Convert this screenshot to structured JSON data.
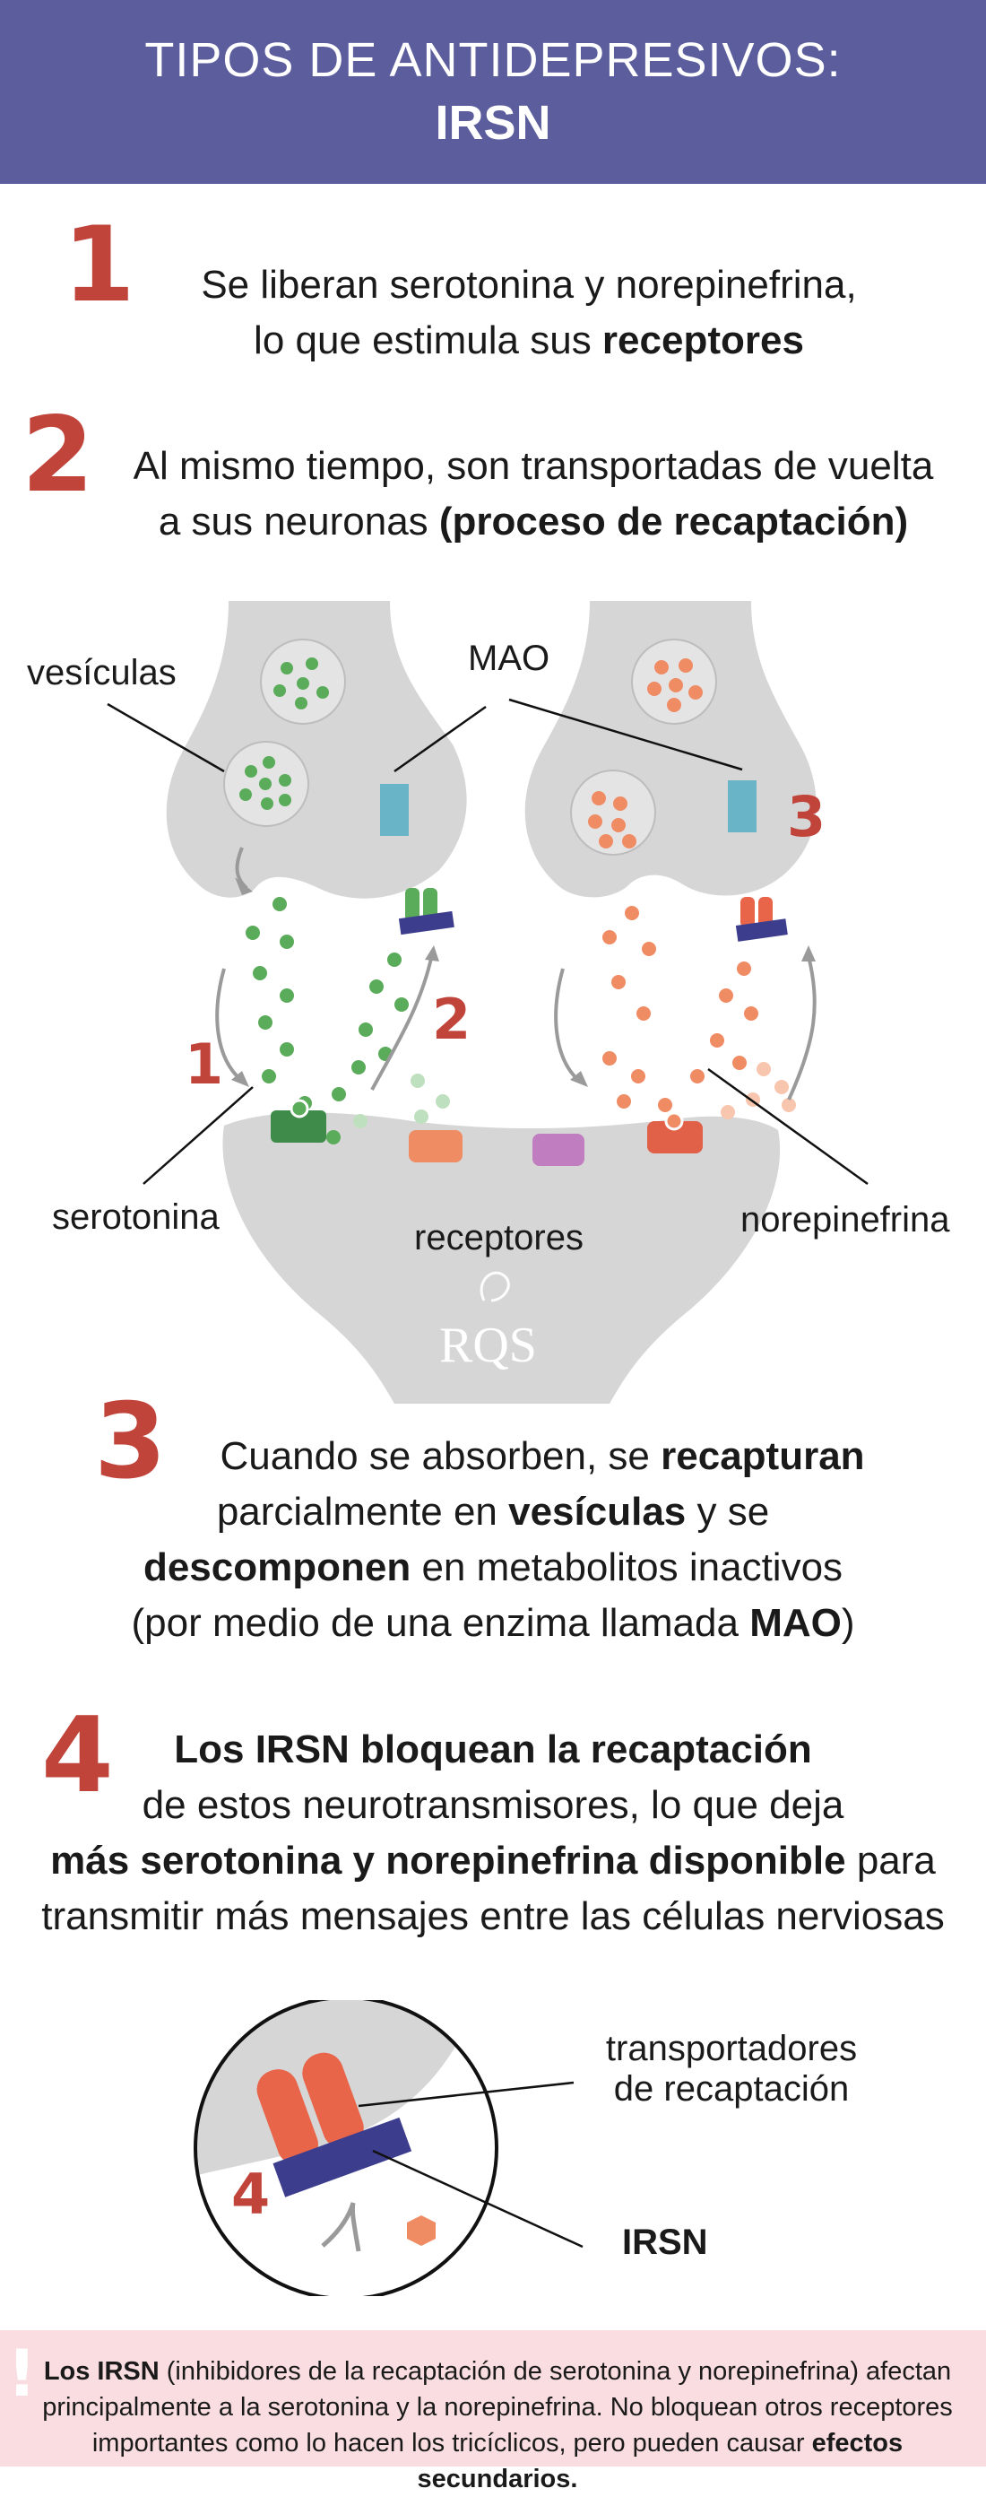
{
  "header": {
    "line1": "TIPOS DE ANTIDEPRESIVOS:",
    "line2": "IRSN"
  },
  "steps": [
    {
      "num": "1",
      "parts": [
        "Se liberan serotonina y norepinefrina,",
        "lo que estimula sus ",
        "receptores"
      ]
    },
    {
      "num": "2",
      "parts": [
        "Al mismo tiempo, son transportadas de vuelta",
        "a sus neuronas ",
        "(proceso de recaptación)"
      ]
    },
    {
      "num": "3",
      "parts": [
        "Cuando se absorben, se ",
        "recapturan",
        "parcialmente en ",
        "vesículas",
        " y se",
        "descomponen",
        " en metabolitos inactivos",
        "(por medio de una enzima llamada ",
        "MAO",
        ")"
      ]
    },
    {
      "num": "4",
      "parts": [
        "Los IRSN bloquean la recaptación",
        "de estos neurotransmisores, lo que deja",
        "más serotonina y norepinefrina disponible",
        " para",
        "transmitir más mensajes entre las células nerviosas"
      ]
    }
  ],
  "diagram": {
    "labels": {
      "vesicles": "vesículas",
      "mao": "MAO",
      "serotonin": "serotonina",
      "receptors": "receptores",
      "norepinephrine": "norepinefrina",
      "step1": "1",
      "step2": "2",
      "step3": "3",
      "logo": "RQS"
    },
    "colors": {
      "neuron": "#d4d4d4",
      "serotonin": "#5aab5a",
      "norepinephrine": "#f08c64",
      "mao": "#6ab4c8",
      "transporter": "#e8654a",
      "snri": "#3d3d8e",
      "receptor_purple": "#c07ec0",
      "numbers": "#c1443b"
    }
  },
  "zoom": {
    "transporters_line1": "transportadores",
    "transporters_line2": "de recaptación",
    "snri_label": "IRSN",
    "step4": "4"
  },
  "note": {
    "bang": "!",
    "parts": [
      "Los IRSN",
      " (inhibidores de la recaptación de serotonina y norepinefrina) afectan principalmente a la serotonina y la norepinefrina. No bloquean otros receptores importantes como lo hacen los tricíclicos, pero pueden causar ",
      "efectos secundarios."
    ]
  }
}
